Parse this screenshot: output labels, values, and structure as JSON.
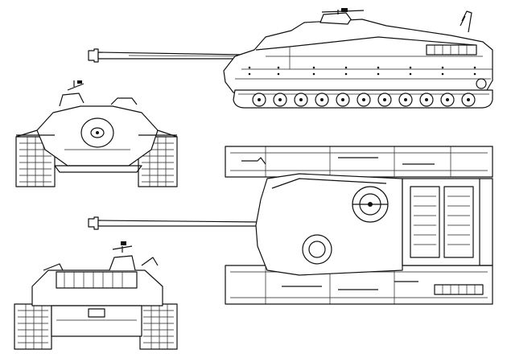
{
  "drawing": {
    "views": [
      "side",
      "front",
      "top",
      "rear"
    ],
    "colors": {
      "ink": "#111111",
      "paper": "#ffffff"
    }
  }
}
